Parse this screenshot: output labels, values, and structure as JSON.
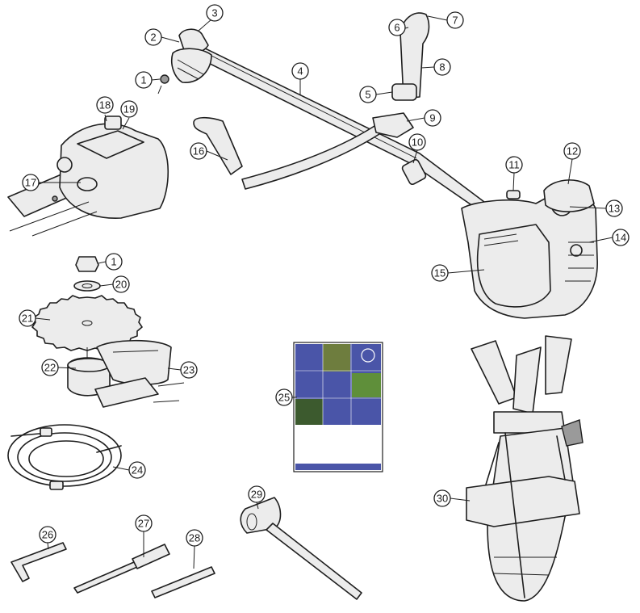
{
  "colors": {
    "line": "#1e1e1e",
    "part_fill": "#ececec",
    "manual_blue": "#4a55a8",
    "manual_green": "#5f8f3a",
    "background": "#ffffff"
  },
  "callouts": [
    {
      "id": "c1a",
      "label": "1"
    },
    {
      "id": "c2",
      "label": "2"
    },
    {
      "id": "c3",
      "label": "3"
    },
    {
      "id": "c4",
      "label": "4"
    },
    {
      "id": "c5",
      "label": "5"
    },
    {
      "id": "c6",
      "label": "6"
    },
    {
      "id": "c7",
      "label": "7"
    },
    {
      "id": "c8",
      "label": "8"
    },
    {
      "id": "c9",
      "label": "9"
    },
    {
      "id": "c10",
      "label": "10"
    },
    {
      "id": "c11",
      "label": "11"
    },
    {
      "id": "c12",
      "label": "12"
    },
    {
      "id": "c13",
      "label": "13"
    },
    {
      "id": "c14",
      "label": "14"
    },
    {
      "id": "c15",
      "label": "15"
    },
    {
      "id": "c16",
      "label": "16"
    },
    {
      "id": "c17",
      "label": "17"
    },
    {
      "id": "c18",
      "label": "18"
    },
    {
      "id": "c19",
      "label": "19"
    },
    {
      "id": "c1b",
      "label": "1"
    },
    {
      "id": "c20",
      "label": "20"
    },
    {
      "id": "c21",
      "label": "21"
    },
    {
      "id": "c22",
      "label": "22"
    },
    {
      "id": "c23",
      "label": "23"
    },
    {
      "id": "c24",
      "label": "24"
    },
    {
      "id": "c25",
      "label": "25"
    },
    {
      "id": "c26",
      "label": "26"
    },
    {
      "id": "c27",
      "label": "27"
    },
    {
      "id": "c28",
      "label": "28"
    },
    {
      "id": "c29",
      "label": "29"
    },
    {
      "id": "c30",
      "label": "30"
    }
  ]
}
